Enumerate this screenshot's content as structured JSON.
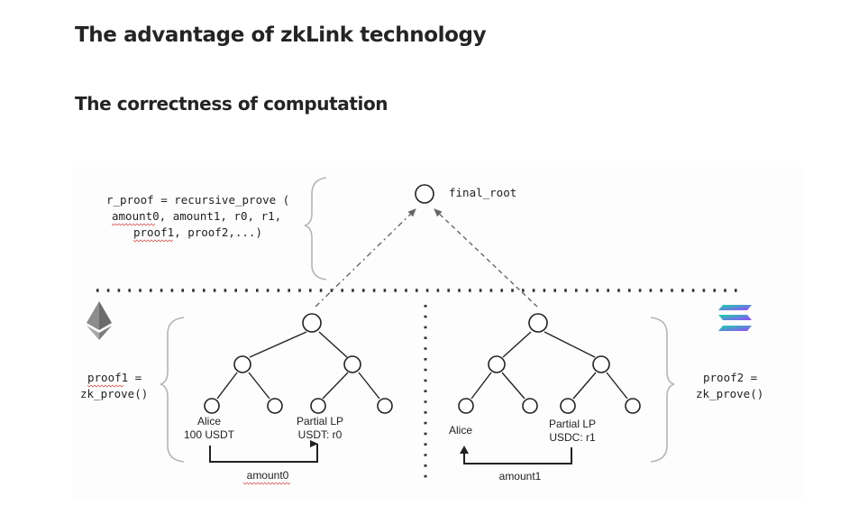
{
  "heading": "The advantage of zkLink technology",
  "subheading": "The correctness of computation",
  "diagram": {
    "r_proof": [
      "r_proof = recursive_prove (",
      "amount0, amount1, r0, r1,",
      "proof1, proof2,...)"
    ],
    "final_root": "final_root",
    "proof1": [
      "proof1 =",
      "zk_prove()"
    ],
    "proof2": [
      "proof2 =",
      "zk_prove()"
    ],
    "left_tree": {
      "alice": [
        "Alice",
        "100 USDT"
      ],
      "partial_lp": [
        "Partial LP",
        "USDT: r0"
      ],
      "transfer": "amount0"
    },
    "right_tree": {
      "alice": "Alice",
      "partial_lp": [
        "Partial LP",
        "USDC: r1"
      ],
      "transfer": "amount1"
    },
    "icons": {
      "left_chain": "ethereum-icon",
      "right_chain": "solana-icon",
      "eth_colors": [
        "#8c8c8c",
        "#6b6b6b",
        "#a8a8a8"
      ],
      "sol_gradient": [
        "#16d6a8",
        "#9945ff"
      ]
    }
  }
}
